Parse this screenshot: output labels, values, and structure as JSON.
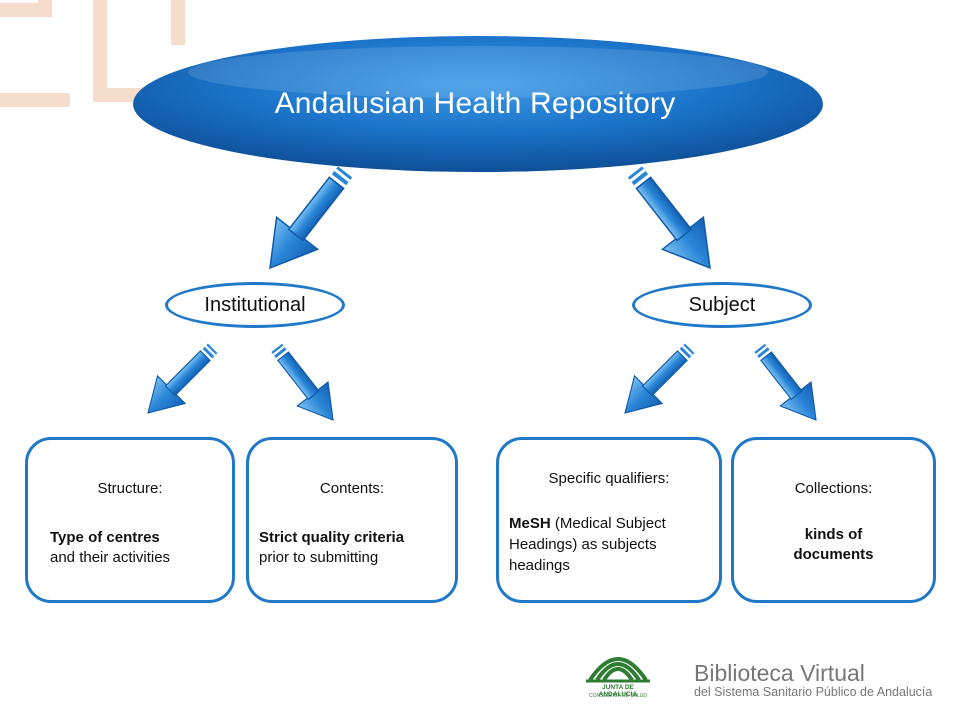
{
  "title": "Andalusian Health Repository",
  "branches": [
    {
      "label": "Institutional"
    },
    {
      "label": "Subject"
    }
  ],
  "cards": [
    {
      "caption": "Structure:",
      "bold": "Type of centres",
      "text": "and their activities"
    },
    {
      "caption": "Contents:",
      "bold": "Strict quality criteria",
      "text": "prior to submitting"
    },
    {
      "caption": "Specific qualifiers:",
      "bold": "MeSH",
      "text": "(Medical Subject Headings) as subjects headings"
    },
    {
      "caption": "Collections:",
      "bold": "kinds of documents",
      "text": ""
    }
  ],
  "logos": {
    "junta_name": "JUNTA DE ANDALUCIA",
    "junta_sub": "CONSEJERÍA DE SALUD",
    "library_name": "Biblioteca Virtual",
    "library_sub": "del Sistema Sanitario Público de Andalucía"
  },
  "colors": {
    "accent_blue": "#1f78c8",
    "ellipse_blue": "#1a6fc4",
    "deco_orange": "#f6dccb",
    "junta_green": "#2e7d32",
    "logo_gray": "#777777"
  }
}
